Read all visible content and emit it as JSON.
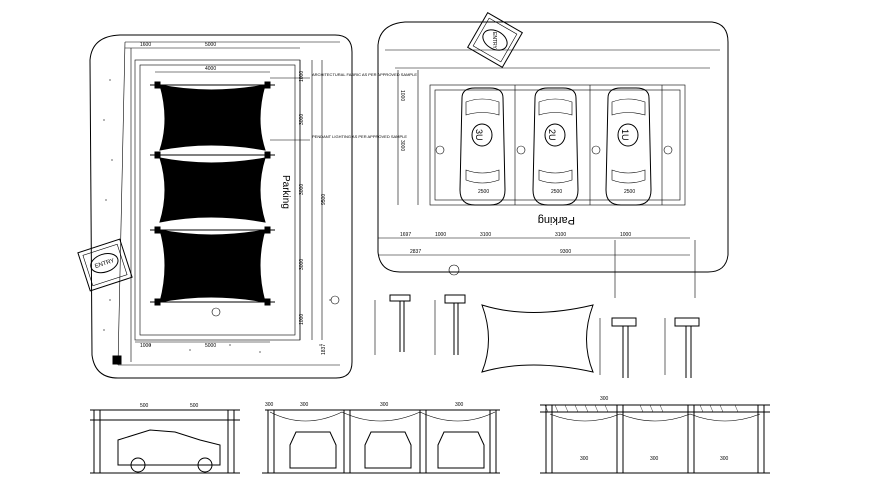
{
  "plan_left": {
    "label_entry": "ENTRY",
    "label_parking": "Parking",
    "note_fabric": "ARCHITECTURAL FABRIC AS PER APPROVED SAMPLE",
    "note_lighting": "PENDANT LIGHTING AS PER APPROVED SAMPLE",
    "dims": {
      "top_1": "1600",
      "top_2": "5000",
      "top_inner": "4000",
      "left_1": "1000",
      "left_2": "5000",
      "right_1": "3000",
      "right_2": "3000",
      "right_3": "3000",
      "right_total": "9500",
      "right_4": "1000",
      "right_5": "1000",
      "right_6": "1837"
    }
  },
  "plan_right": {
    "label_entry": "ENTRY",
    "label_parking": "Parking",
    "car_labels": [
      "3U",
      "2U",
      "1U"
    ],
    "dims_bottom": [
      "1697",
      "1000",
      "3100",
      "3100",
      "1000"
    ],
    "dims_bottom_total": [
      "2837",
      "9300"
    ],
    "bay_dims": [
      "2500",
      "2500",
      "2500"
    ],
    "left_dims": [
      "1000",
      "3000"
    ]
  },
  "elevations": {
    "left_dims": [
      "500",
      "500"
    ],
    "middle_dims": [
      "300",
      "300",
      "300",
      "300"
    ],
    "right_dims": [
      "300",
      "300",
      "300",
      "300"
    ]
  },
  "colors": {
    "ink": "#000000",
    "paper": "#ffffff"
  }
}
